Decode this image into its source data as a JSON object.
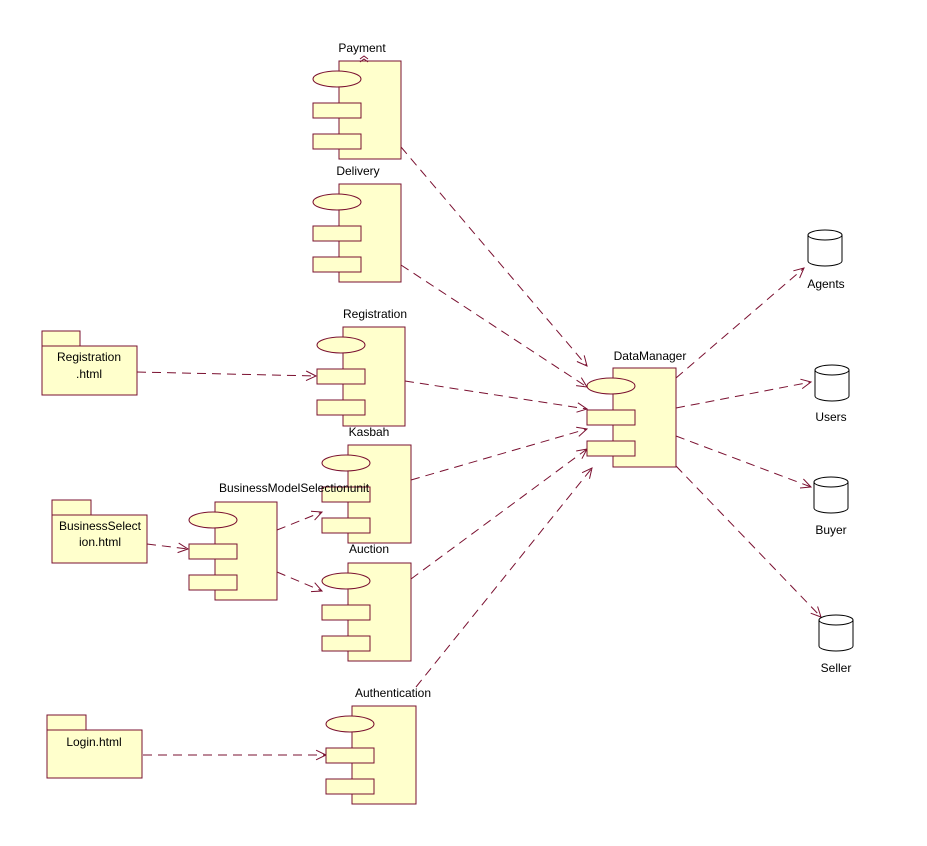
{
  "diagram": {
    "components": {
      "payment": "Payment",
      "delivery": "Delivery",
      "registration": "Registration",
      "kasbah": "Kasbah",
      "business_model": "BusinessModelSelectionunit",
      "auction": "Auction",
      "authentication": "Authentication",
      "data_manager": "DataManager"
    },
    "pages": {
      "registration_html": [
        "Registration",
        ".html"
      ],
      "business_selection_html": [
        "BusinessSelect",
        "ion.html"
      ],
      "login_html": [
        "Login.html"
      ]
    },
    "databases": {
      "agents": "Agents",
      "users": "Users",
      "buyer": "Buyer",
      "seller": "Seller"
    }
  },
  "colors": {
    "fill": "#ffffcc",
    "stroke": "#7a1030"
  }
}
